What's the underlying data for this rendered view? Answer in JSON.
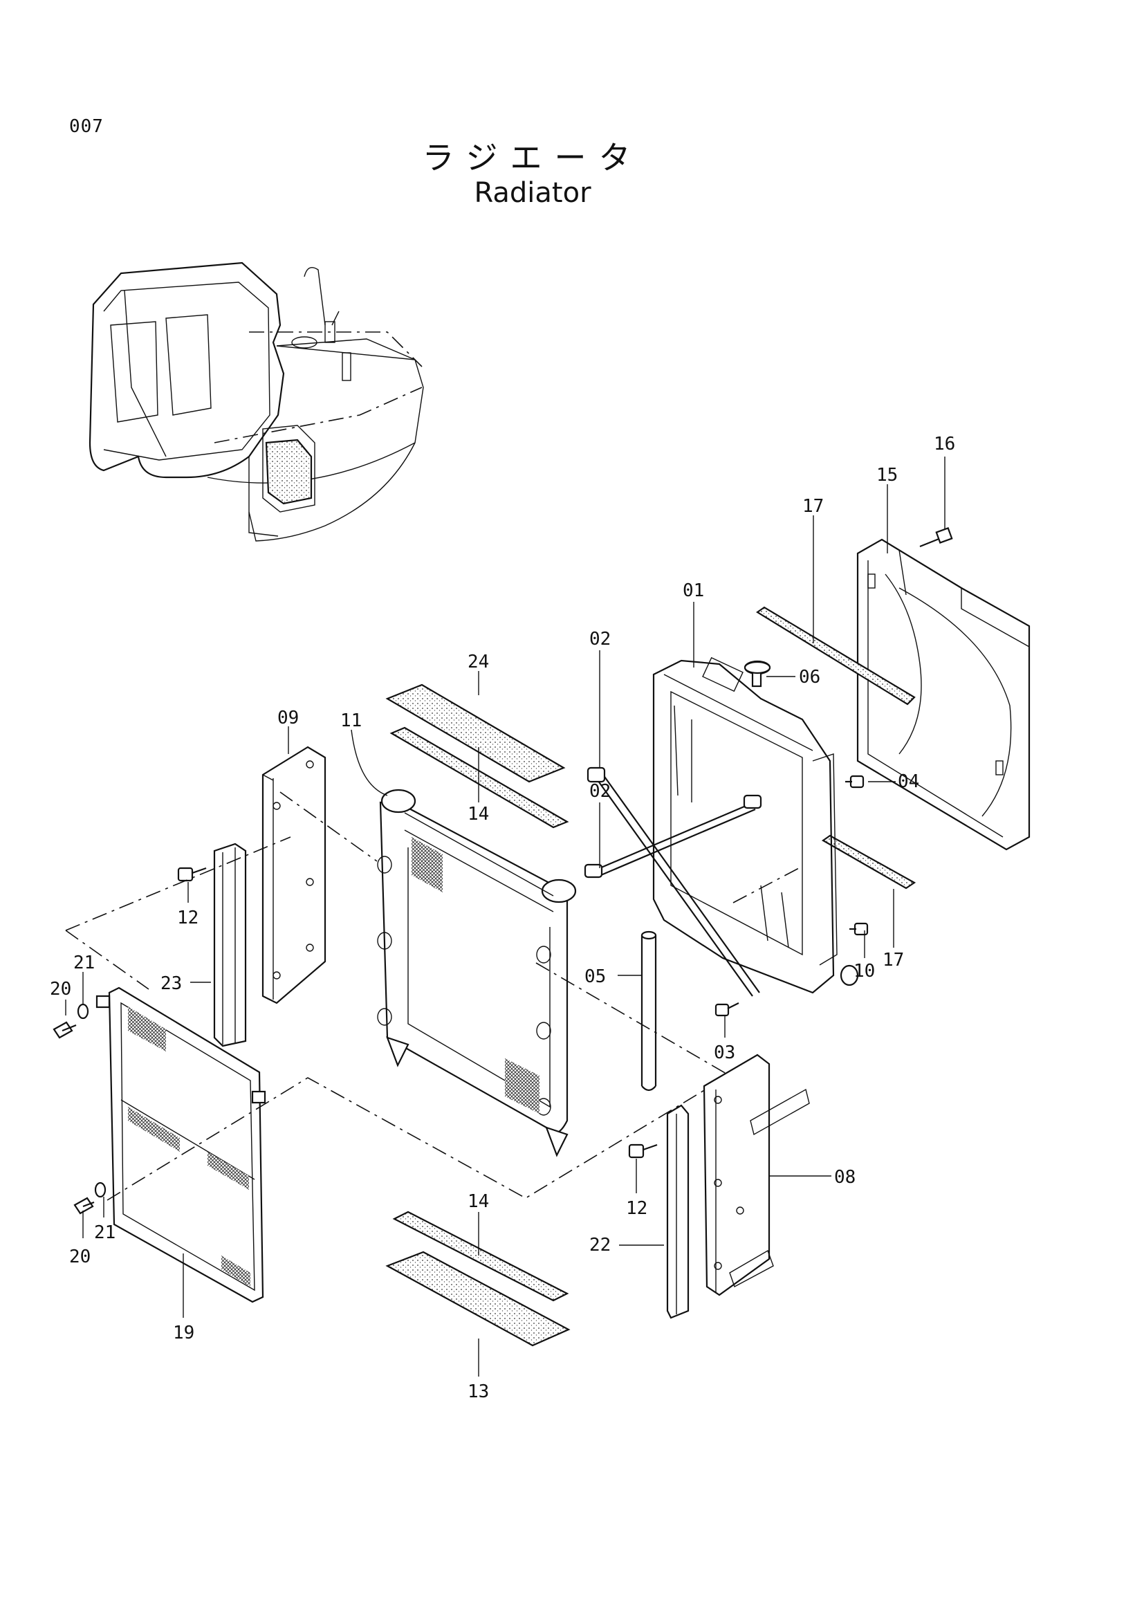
{
  "page": {
    "number": "007",
    "title_jp": "ラジエータ",
    "title_en": "Radiator"
  },
  "callouts": [
    {
      "id": "c16",
      "text": "16"
    },
    {
      "id": "c15",
      "text": "15"
    },
    {
      "id": "c17a",
      "text": "17"
    },
    {
      "id": "c01",
      "text": "01"
    },
    {
      "id": "c02a",
      "text": "02"
    },
    {
      "id": "c06",
      "text": "06"
    },
    {
      "id": "c24",
      "text": "24"
    },
    {
      "id": "c09",
      "text": "09"
    },
    {
      "id": "c11",
      "text": "11"
    },
    {
      "id": "c14a",
      "text": "14"
    },
    {
      "id": "c02b",
      "text": "02"
    },
    {
      "id": "c04",
      "text": "04"
    },
    {
      "id": "c12a",
      "text": "12"
    },
    {
      "id": "c17b",
      "text": "17"
    },
    {
      "id": "c10",
      "text": "10"
    },
    {
      "id": "c05",
      "text": "05"
    },
    {
      "id": "c23",
      "text": "23"
    },
    {
      "id": "c20a",
      "text": "20"
    },
    {
      "id": "c21a",
      "text": "21"
    },
    {
      "id": "c03",
      "text": "03"
    },
    {
      "id": "c08",
      "text": "08"
    },
    {
      "id": "c14b",
      "text": "14"
    },
    {
      "id": "c12b",
      "text": "12"
    },
    {
      "id": "c22",
      "text": "22"
    },
    {
      "id": "c20b",
      "text": "20"
    },
    {
      "id": "c21b",
      "text": "21"
    },
    {
      "id": "c19",
      "text": "19"
    },
    {
      "id": "c13",
      "text": "13"
    }
  ]
}
